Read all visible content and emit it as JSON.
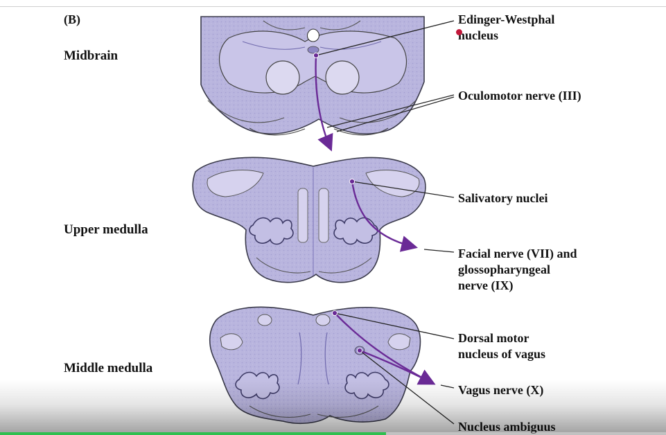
{
  "figure": {
    "panel_letter": "(B)",
    "levels": [
      {
        "id": "midbrain",
        "label": "Midbrain"
      },
      {
        "id": "upper-medulla",
        "label": "Upper medulla"
      },
      {
        "id": "middle-medulla",
        "label": "Middle medulla"
      }
    ],
    "callouts": {
      "edinger_westphal": [
        "Edinger-Westphal",
        "nucleus"
      ],
      "oculomotor": [
        "Oculomotor nerve (III)"
      ],
      "salivatory": [
        "Salivatory nuclei"
      ],
      "facial_glosso": [
        "Facial nerve (VII) and",
        "glossopharyngeal",
        "nerve (IX)"
      ],
      "dorsal_motor": [
        "Dorsal motor",
        "nucleus of vagus"
      ],
      "vagus": [
        "Vagus nerve (X)"
      ],
      "ambiguus": [
        "Nucleus ambiguus"
      ]
    },
    "colors": {
      "tissue_fill": "#b6b2dc",
      "tissue_light": "#dad7ef",
      "tissue_dark": "#8d86c4",
      "outline": "#3a3a4a",
      "pathway_purple": "#6a2a96",
      "leader_line": "#222222"
    }
  },
  "player": {
    "progress_fraction": 0.58,
    "progress_color": "#2fbf4f",
    "cursor_color": "#c2183a"
  }
}
